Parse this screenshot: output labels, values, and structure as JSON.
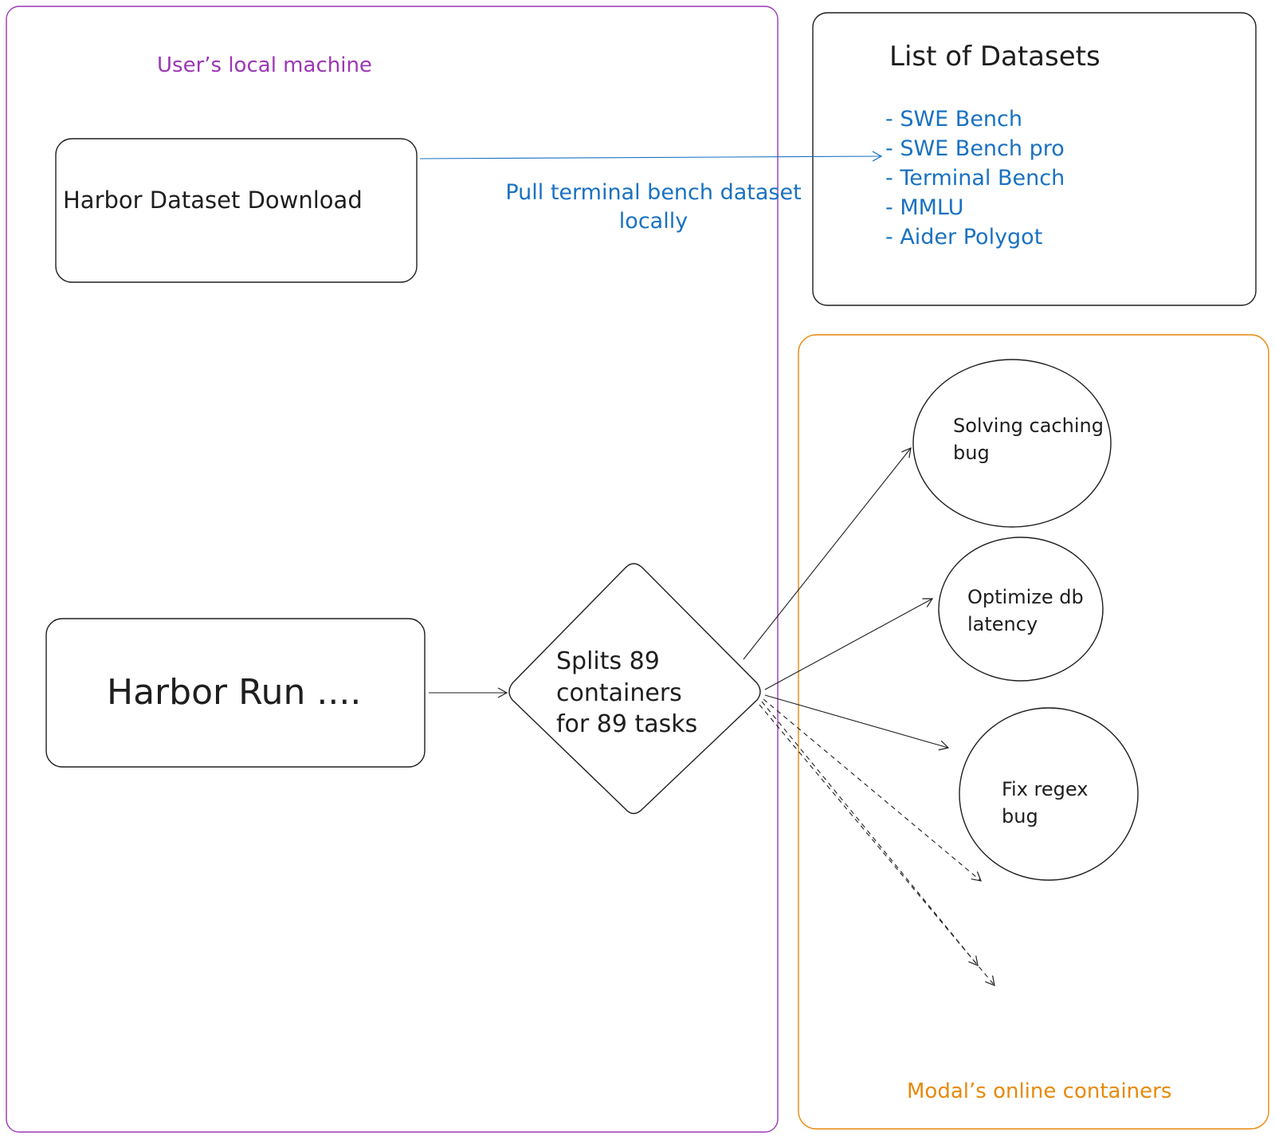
{
  "regions": {
    "local": {
      "title": "User’s local machine",
      "color": "#9c36b5"
    },
    "modal": {
      "title": "Modal’s online containers",
      "color": "#e8890c"
    }
  },
  "nodes": {
    "download": {
      "label": "Harbor Dataset Download"
    },
    "run": {
      "label": "Harbor Run ...."
    },
    "splitter": {
      "line1": "Splits 89",
      "line2": "containers",
      "line3": "for 89 tasks"
    }
  },
  "datasets": {
    "title": "List of Datasets",
    "items": [
      "- SWE Bench",
      "- SWE Bench pro",
      "- Terminal Bench",
      "- MMLU",
      "- Aider Polygot"
    ]
  },
  "edge_label": {
    "line1": "Pull terminal bench dataset",
    "line2": "locally"
  },
  "tasks": [
    {
      "line1": "Solving caching",
      "line2": "bug"
    },
    {
      "line1": "Optimize db",
      "line2": "latency"
    },
    {
      "line1": "Fix regex",
      "line2": "bug"
    }
  ],
  "colors": {
    "stroke": "#1e1e1e",
    "blue": "#1971c2",
    "purple": "#9c36b5",
    "orange": "#e8890c"
  }
}
